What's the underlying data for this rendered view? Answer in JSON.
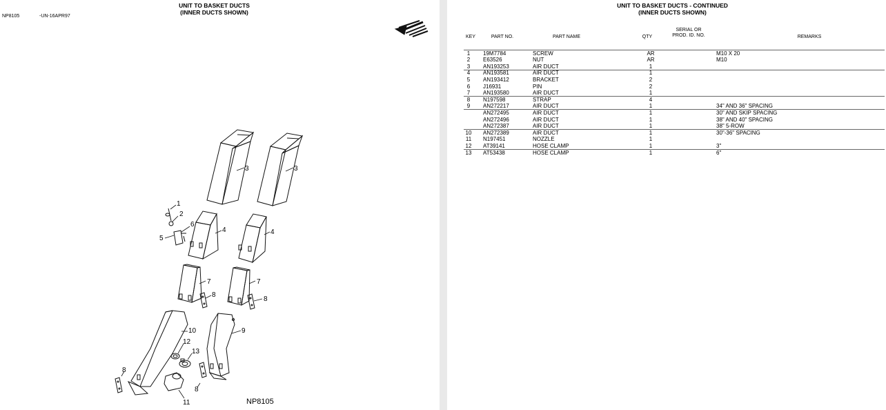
{
  "left_page": {
    "title_line1": "UNIT TO BASKET DUCTS",
    "title_line2": "(INNER DUCTS SHOWN)",
    "doc_code": "NP8105",
    "date_code": "-UN-16APR97",
    "figure_label": "NP8105",
    "callouts": [
      "1",
      "2",
      "3",
      "3",
      "4",
      "4",
      "5",
      "6",
      "7",
      "7",
      "8",
      "8",
      "8",
      "8",
      "9",
      "10",
      "11",
      "12",
      "13"
    ]
  },
  "right_page": {
    "title_line1": "UNIT TO BASKET DUCTS - CONTINUED",
    "title_line2": "(INNER DUCTS SHOWN)",
    "columns": {
      "key": "KEY",
      "part_no": "PART NO.",
      "part_name": "PART NAME",
      "qty": "QTY",
      "serial_line1": "SERIAL OR",
      "serial_line2": "PROD. ID. NO.",
      "remarks": "REMARKS"
    },
    "rows": [
      {
        "key": "1",
        "part_no": "19M7784",
        "part_name": "SCREW",
        "qty": "AR",
        "remarks": "M10 X 20"
      },
      {
        "key": "2",
        "part_no": "E63526",
        "part_name": "NUT",
        "qty": "AR",
        "remarks": "M10"
      },
      {
        "key": "3",
        "part_no": "AN193253",
        "part_name": "AIR DUCT",
        "qty": "1",
        "remarks": ""
      },
      {
        "key": "4",
        "part_no": "AN193581",
        "part_name": "AIR DUCT",
        "qty": "1",
        "remarks": ""
      },
      {
        "key": "5",
        "part_no": "AN193412",
        "part_name": "BRACKET",
        "qty": "2",
        "remarks": ""
      },
      {
        "key": "6",
        "part_no": "J16931",
        "part_name": "PIN",
        "qty": "2",
        "remarks": ""
      },
      {
        "key": "7",
        "part_no": "AN193580",
        "part_name": "AIR DUCT",
        "qty": "1",
        "remarks": ""
      },
      {
        "key": "8",
        "part_no": "N197598",
        "part_name": "STRAP",
        "qty": "4",
        "remarks": ""
      },
      {
        "key": "9",
        "part_no": "AN272217",
        "part_name": "AIR DUCT",
        "qty": "1",
        "remarks": "34\" AND 36\" SPACING"
      },
      {
        "key": "",
        "part_no": "AN272495",
        "part_name": "AIR DUCT",
        "qty": "1",
        "remarks": "30\" AND SKIP SPACING"
      },
      {
        "key": "",
        "part_no": "AN272496",
        "part_name": "AIR DUCT",
        "qty": "1",
        "remarks": "38\" AND 40\" SPACING"
      },
      {
        "key": "",
        "part_no": "AN272387",
        "part_name": "AIR DUCT",
        "qty": "1",
        "remarks": "38\" 5-ROW"
      },
      {
        "key": "10",
        "part_no": "AN272389",
        "part_name": "AIR DUCT",
        "qty": "1",
        "remarks": "30\"-36\" SPACING"
      },
      {
        "key": "11",
        "part_no": "N197451",
        "part_name": "NOZZLE",
        "qty": "1",
        "remarks": ""
      },
      {
        "key": "12",
        "part_no": "AT39141",
        "part_name": "HOSE CLAMP",
        "qty": "1",
        "remarks": "3\""
      },
      {
        "key": "13",
        "part_no": "AT53438",
        "part_name": "HOSE CLAMP",
        "qty": "1",
        "remarks": "6\""
      }
    ],
    "separators_after_rows": [
      2,
      6,
      8,
      11,
      14
    ]
  }
}
